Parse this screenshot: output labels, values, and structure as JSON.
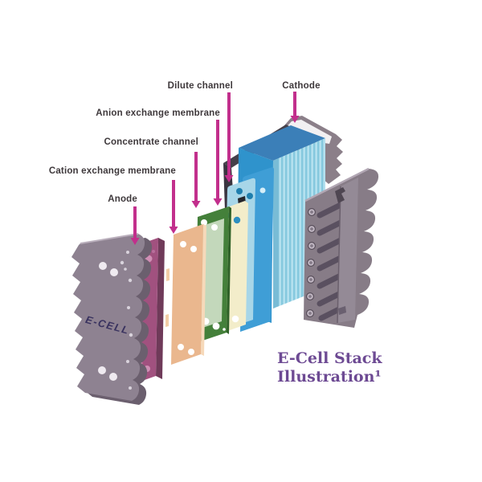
{
  "diagram": {
    "caption": {
      "line1": "E-Cell Stack",
      "line2": "Illustration¹"
    },
    "end_plate_text": "E-CELL",
    "labels": {
      "dilute_channel": "Dilute channel",
      "cathode": "Cathode",
      "anion_exchange_membrane": "Anion exchange membrane",
      "concentrate_channel": "Concentrate channel",
      "cation_exchange_membrane": "Cation exchange membrane",
      "anode": "Anode"
    }
  },
  "colors": {
    "background": "#ffffff",
    "label_text": "#3e383b",
    "arrow": "#c22f8c",
    "caption": "#6d4a93",
    "end_plate_left": "#8e8291",
    "end_plate_left_side": "#6b5f6e",
    "end_plate_text": "#39325f",
    "anode_front": "#a1517f",
    "anode_top": "#c792ad",
    "anode_side": "#6f3a59",
    "cation_membrane": "#eab78e",
    "cation_membrane_edge": "#f6d9ba",
    "concentrate_frame": "#44803a",
    "concentrate_frame_dark": "#2f6128",
    "concentrate_inner": "#c3d8bb",
    "anion_membrane": "#f3edca",
    "dilute_plate_light": "#a7d6e8",
    "dilute_plate_medium": "#3f9ed6",
    "stack_side": "#2f93cc",
    "stack_top": "#3b7fb8",
    "stack_face": "#b3e0ee",
    "stack_stripe": "#84c8de",
    "back_frame_dark": "#45404a",
    "cathode_frame": "#8b7f89",
    "cathode_frame_band": "#f2f0f2",
    "end_plate_right": "#877c87",
    "end_plate_right_rib": "#5a5060",
    "hole_white": "#ffffff",
    "hole_blue": "#2e8fc0"
  }
}
